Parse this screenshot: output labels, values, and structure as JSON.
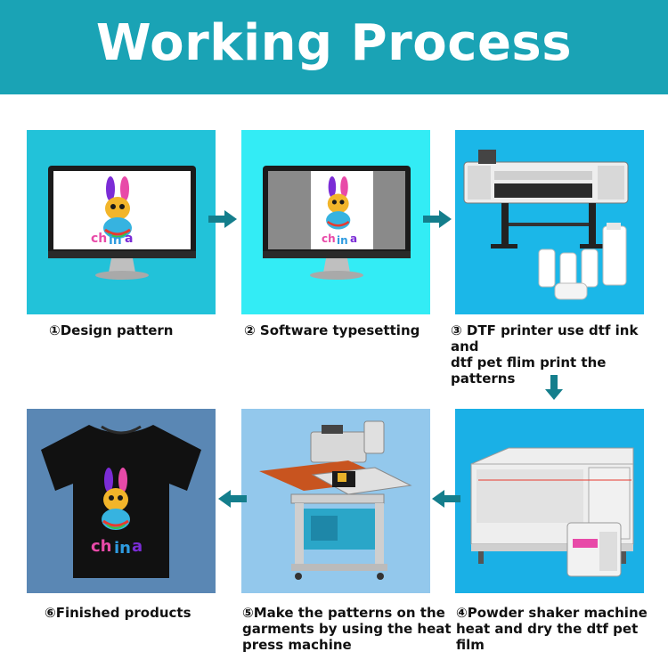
{
  "header": {
    "title": "Working Process"
  },
  "steps": [
    {
      "caption": "①Design pattern"
    },
    {
      "caption": "② Software typesetting"
    },
    {
      "caption_line1": "③ DTF printer use dtf ink and",
      "caption_line2": "dtf pet flim print the patterns"
    },
    {
      "caption_line1": "④Powder shaker machine",
      "caption_line2": "heat and dry the dtf pet film"
    },
    {
      "caption_line1": "⑤Make the patterns on the",
      "caption_line2": "garments by using the heat",
      "caption_line3": "press machine"
    },
    {
      "caption": "⑥Finished products"
    }
  ],
  "colors": {
    "header_bg": "#1aa3b5",
    "panel_1_bg": "#22c2d9",
    "panel_2_bg": "#33ecf5",
    "panel_3_bg": "#1bb7e8",
    "panel_4_bg": "#1ab0e6",
    "panel_5_bg": "#93c8ec",
    "panel_6_bg": "#5a87b4",
    "arrow": "#147e8c"
  },
  "icons": [
    "monitor-icon",
    "printer-icon",
    "shaker-machine-icon",
    "heat-press-icon",
    "tshirt-icon",
    "arrow-right-icon",
    "arrow-down-icon",
    "arrow-left-icon"
  ]
}
